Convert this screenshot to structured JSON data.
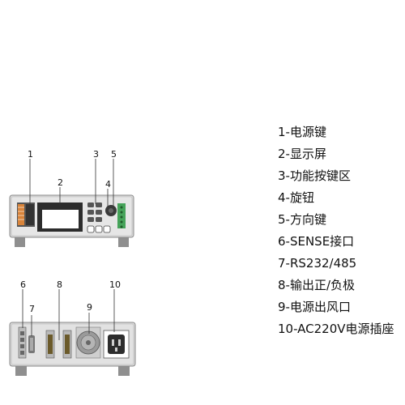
{
  "callouts": {
    "front": [
      "1",
      "2",
      "3",
      "4",
      "5"
    ],
    "rear": [
      "6",
      "7",
      "8",
      "9",
      "10"
    ]
  },
  "legend": [
    "1-电源键",
    "2-显示屏",
    "3-功能按键区",
    "4-旋钮",
    "5-方向键",
    "6-SENSE接口",
    "7-RS232/485",
    "8-输出正/负极",
    "9-电源出风口",
    "10-AC220V电源插座"
  ]
}
